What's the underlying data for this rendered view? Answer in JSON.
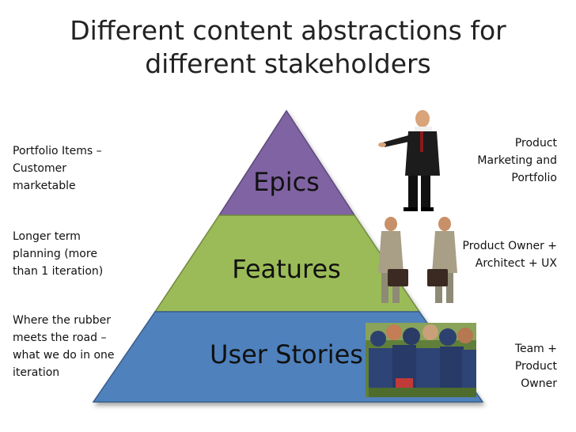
{
  "title_line1": "Different content abstractions for",
  "title_line2": "different stakeholders",
  "tiers": [
    {
      "label": "Epics",
      "color": "#8064a2"
    },
    {
      "label": "Features",
      "color": "#9bbb59"
    },
    {
      "label": "User Stories",
      "color": "#4f81bd"
    }
  ],
  "left_notes": [
    "Portfolio Items – Customer marketable",
    "Longer term planning (more than 1 iteration)",
    "Where the rubber meets the road – what we do in one iteration"
  ],
  "right_notes": [
    "Product Marketing and Portfolio",
    "Product Owner + Architect + UX",
    "Team + Product Owner"
  ]
}
